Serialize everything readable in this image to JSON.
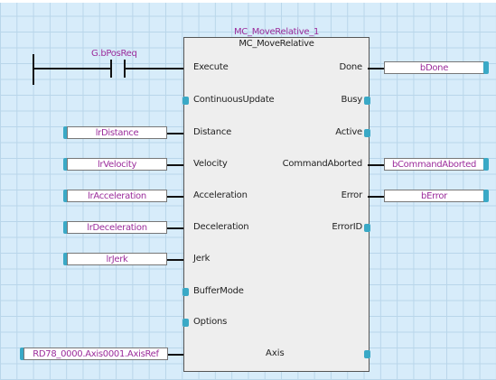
{
  "function_block": {
    "instance_name": "MC_MoveRelative_1",
    "type_name": "MC_MoveRelative"
  },
  "contact": {
    "label": "G.bPosReq"
  },
  "inputs": [
    {
      "label": "Execute",
      "variable": ""
    },
    {
      "label": "ContinuousUpdate",
      "variable": ""
    },
    {
      "label": "Distance",
      "variable": "lrDistance"
    },
    {
      "label": "Velocity",
      "variable": "lrVelocity"
    },
    {
      "label": "Acceleration",
      "variable": "lrAcceleration"
    },
    {
      "label": "Deceleration",
      "variable": "lrDeceleration"
    },
    {
      "label": "Jerk",
      "variable": "lrJerk"
    },
    {
      "label": "BufferMode",
      "variable": ""
    },
    {
      "label": "Options",
      "variable": ""
    }
  ],
  "outputs": [
    {
      "label": "Done",
      "variable": "bDone"
    },
    {
      "label": "Busy",
      "variable": ""
    },
    {
      "label": "Active",
      "variable": ""
    },
    {
      "label": "CommandAborted",
      "variable": "bCommandAborted"
    },
    {
      "label": "Error",
      "variable": "bError"
    },
    {
      "label": "ErrorID",
      "variable": ""
    }
  ],
  "inout": {
    "label": "Axis",
    "variable": "RD78_0000.Axis0001.AxisRef"
  },
  "colors": {
    "variable_text": "#9b2c9b",
    "pin": "#3aa9c6",
    "grid_background": "#d7ecfa"
  }
}
